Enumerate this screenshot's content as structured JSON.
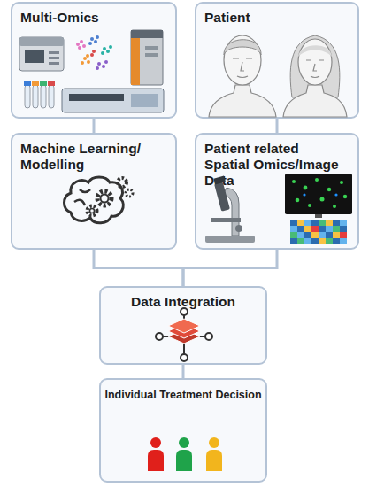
{
  "diagram": {
    "nodes": [
      {
        "text": [
          "Multi-Omics"
        ]
      },
      {
        "text": [
          "Patient"
        ]
      },
      {
        "text": [
          "Machine Learning/ Modelling"
        ]
      },
      {
        "text": [
          "Patient related Spatial Omics/Image Data"
        ]
      },
      {
        "text": [
          "Data Integration"
        ]
      },
      {
        "text": [
          "Individual Treatment Decision"
        ]
      }
    ],
    "edges": [
      {
        "from": 0,
        "to": 2,
        "arrow": "none"
      },
      {
        "from": 1,
        "to": 3,
        "arrow": "none"
      },
      {
        "from": 2,
        "to": 4,
        "arrow": "none"
      },
      {
        "from": 3,
        "to": 4,
        "arrow": "none"
      },
      {
        "from": 4,
        "to": 5,
        "arrow": "none"
      }
    ]
  }
}
